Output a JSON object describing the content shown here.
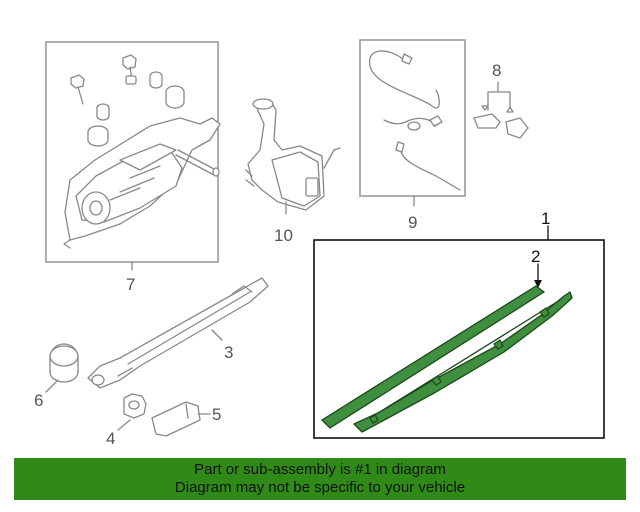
{
  "callouts": {
    "c1": "1",
    "c2": "2",
    "c3": "3",
    "c4": "4",
    "c5": "5",
    "c6": "6",
    "c7": "7",
    "c8": "8",
    "c9": "9",
    "c10": "10"
  },
  "footer": {
    "line1": "Part or sub-assembly is #1 in diagram",
    "line2": "Diagram may not be specific to your vehicle"
  },
  "colors": {
    "highlight": "#3f8f3f",
    "banner": "#2f8a18"
  }
}
